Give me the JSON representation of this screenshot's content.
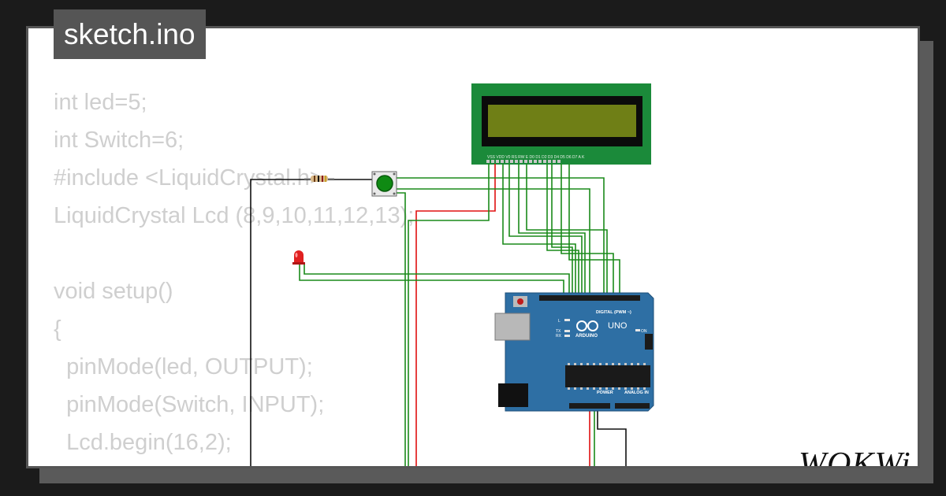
{
  "tab": {
    "filename": "sketch.ino"
  },
  "code": {
    "lines": [
      "int led=5;",
      "int Switch=6;",
      "#include <LiquidCrystal.h>",
      "LiquidCrystal Lcd (8,9,10,11,12,13);",
      "",
      "void setup()",
      "{",
      "  pinMode(led, OUTPUT);",
      "  pinMode(Switch, INPUT);",
      "  Lcd.begin(16,2);"
    ]
  },
  "board": {
    "brand": "ARDUINO",
    "model": "UNO",
    "digital_label": "DIGITAL (PWM ~)",
    "power_label": "POWER",
    "analog_label": "ANALOG IN",
    "on_label": "ON",
    "led_l": "L",
    "led_tx": "TX",
    "led_rx": "RX"
  },
  "lcd": {
    "pin_labels": "VSS VDD V0 RS RW E D0 D1 D2 D3 D4 D5 D6 D7 A K"
  },
  "logo": {
    "text": "WOKWi"
  },
  "colors": {
    "lcd_pcb": "#1b8a3a",
    "lcd_screen": "#6f7f16",
    "board": "#2e6fa4",
    "wire_green": "#1a8a1a",
    "wire_red": "#e01010",
    "wire_black": "#111111",
    "button": "#0f8a13",
    "led": "#e02020"
  }
}
